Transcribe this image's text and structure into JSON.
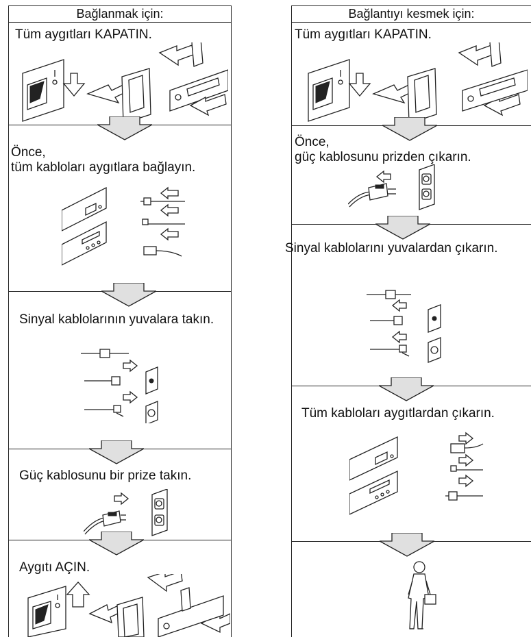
{
  "connect": {
    "header": "Bağlanmak için:",
    "steps": [
      "Tüm aygıtları KAPATIN.",
      "Önce,\ntüm kabloları aygıtlara bağlayın.",
      "Sinyal kablolarının yuvalara takın.",
      "Güç kablosunu bir prize takın.",
      "Aygıtı AÇIN."
    ]
  },
  "disconnect": {
    "header": "Bağlantıyı kesmek için:",
    "steps": [
      "Tüm aygıtları KAPATIN.",
      "Önce,\ngüç kablosunu prizden çıkarın.",
      "Sinyal kablolarını yuvalardan çıkarın.",
      "Tüm kabloları aygıtlardan çıkarın."
    ]
  },
  "colors": {
    "line": "#222222",
    "background": "#ffffff",
    "arrow_fill": "#e0e0e0"
  },
  "icons": [
    "power-switch-icon",
    "hollow-arrow-icon",
    "device-stack-icon",
    "cable-connector-icon",
    "wall-outlet-icon",
    "signal-port-icon",
    "person-walking-icon"
  ]
}
